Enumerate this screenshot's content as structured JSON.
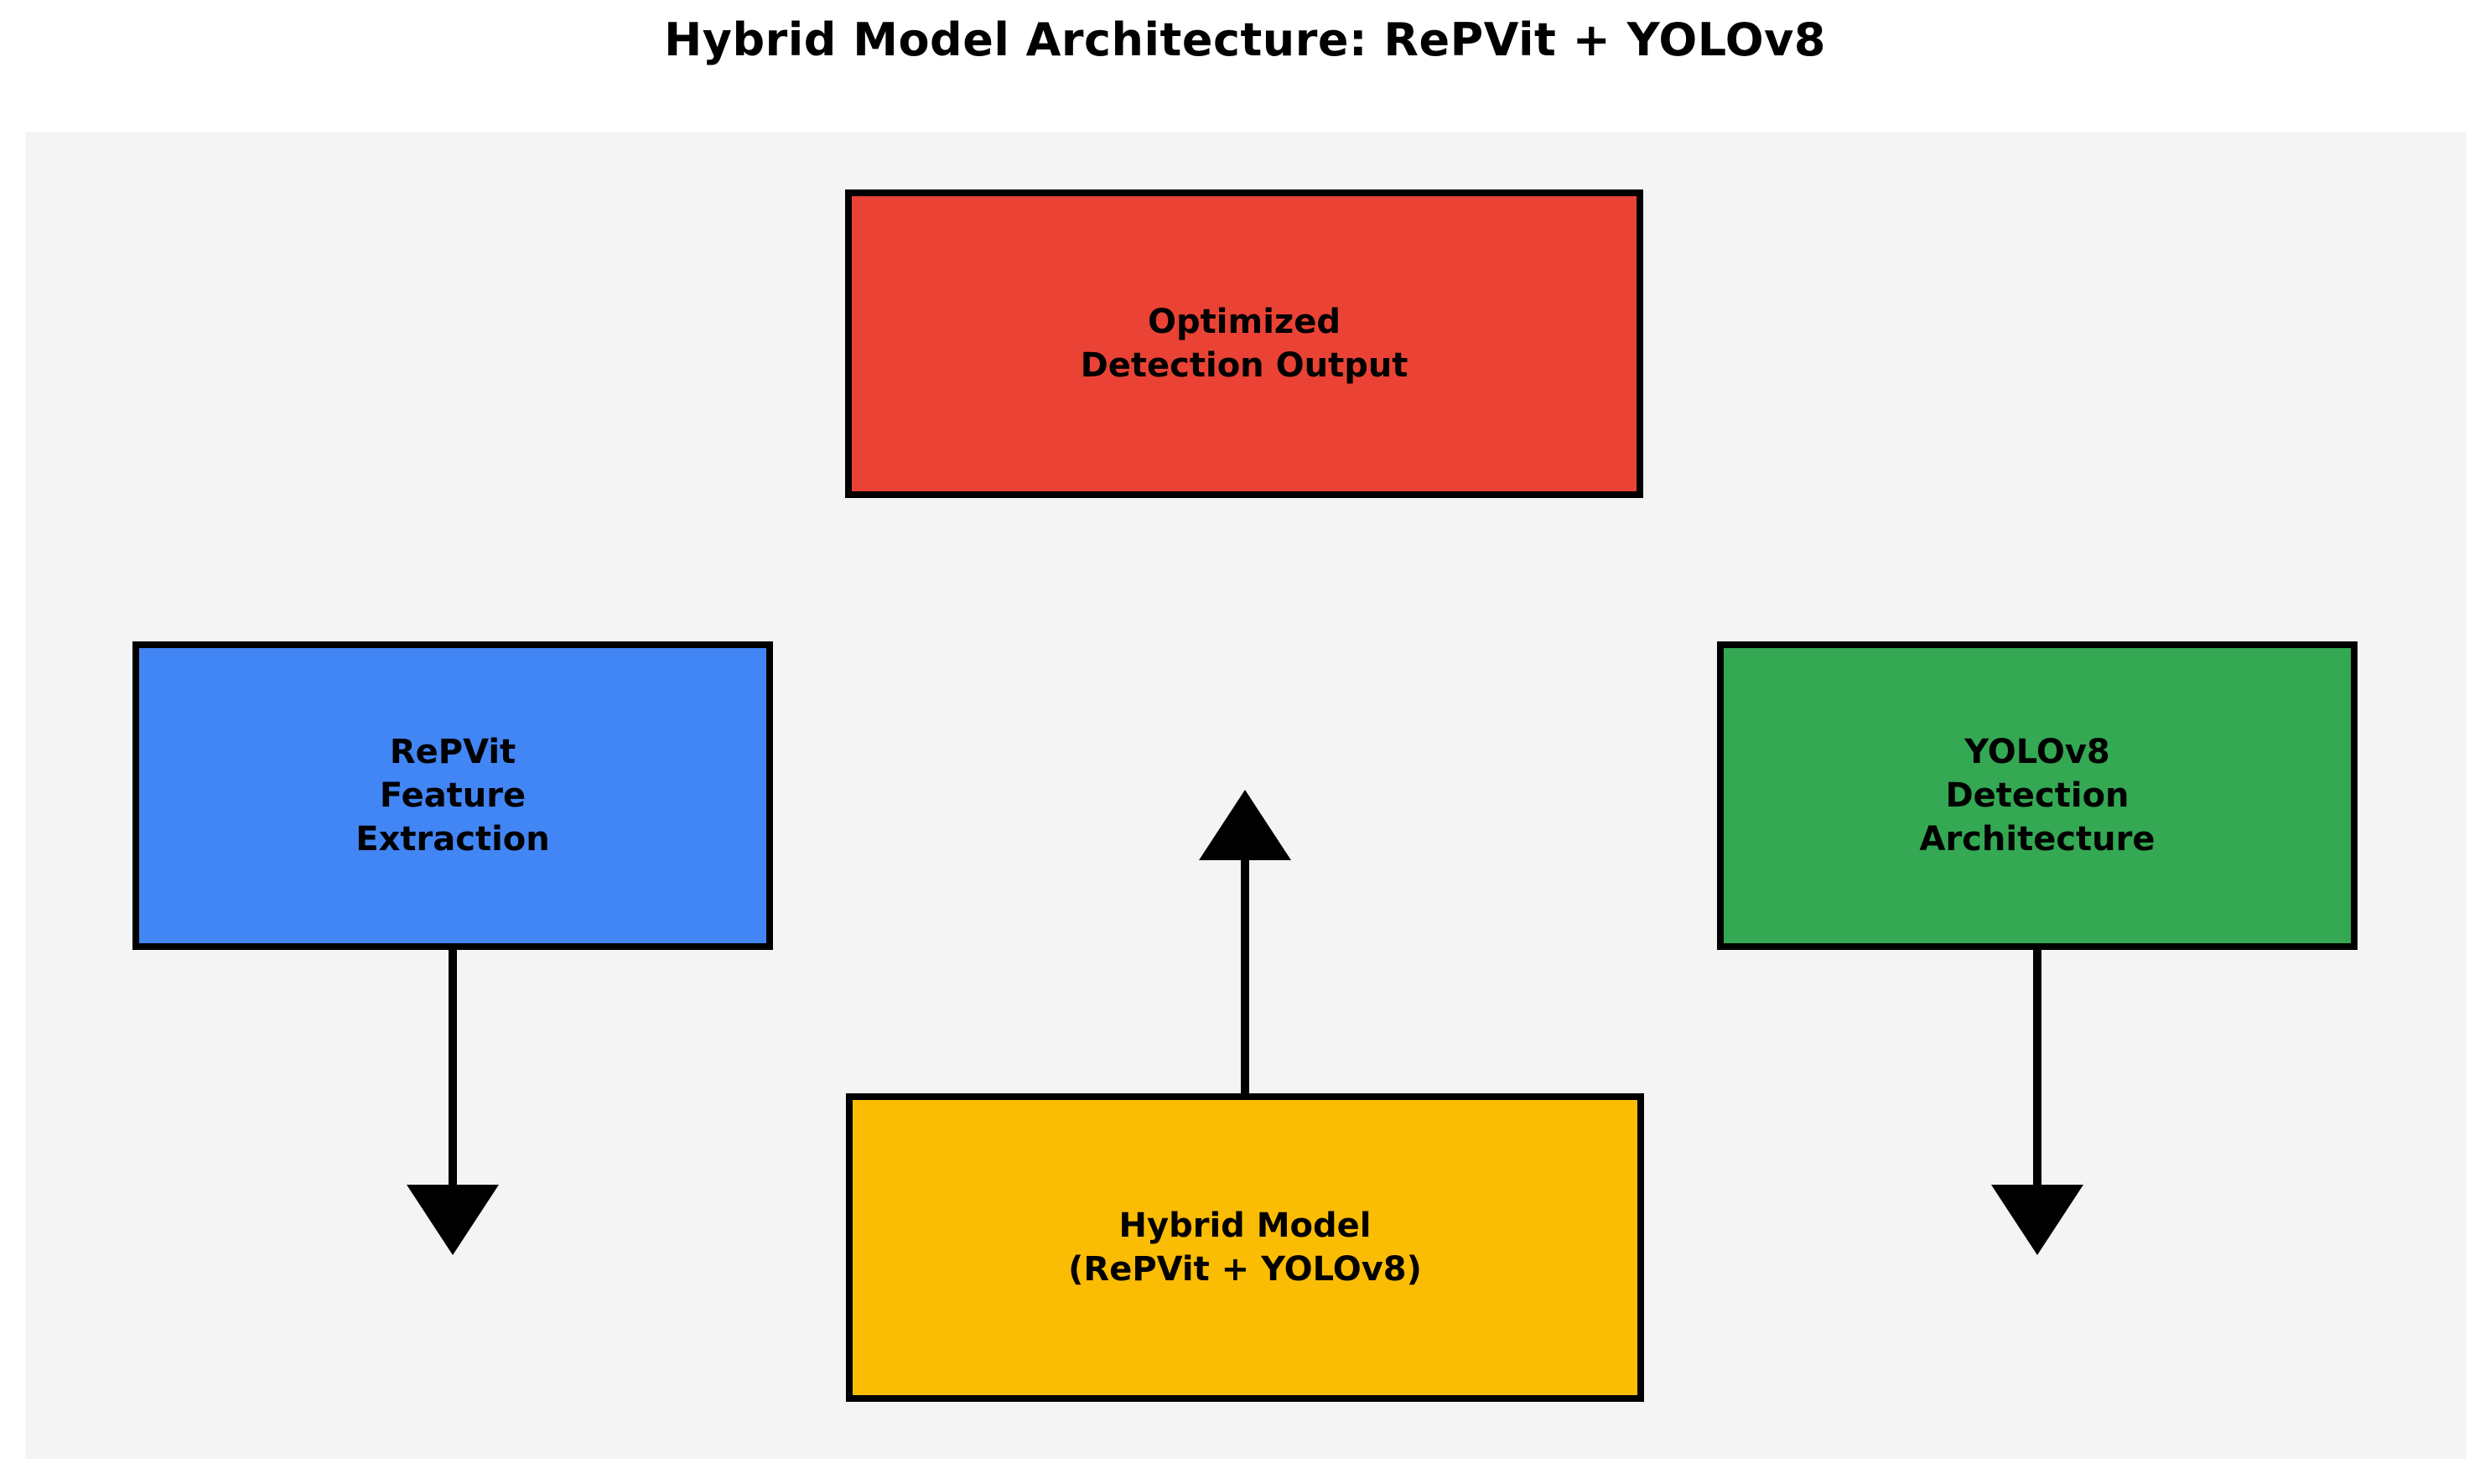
{
  "title": "Hybrid Model Architecture: RePVit + YOLOv8",
  "diagram": {
    "nodes": [
      {
        "id": "output",
        "label": "Optimized\nDetection Output",
        "color": "#ea4335"
      },
      {
        "id": "repvit",
        "label": "RePVit\nFeature\nExtraction",
        "color": "#4285f4"
      },
      {
        "id": "yolov8",
        "label": "YOLOv8\nDetection\nArchitecture",
        "color": "#34a853"
      },
      {
        "id": "hybrid",
        "label": "Hybrid Model\n(RePVit + YOLOv8)",
        "color": "#fbbc04"
      }
    ],
    "edges": [
      {
        "from": "repvit",
        "direction": "down"
      },
      {
        "from": "yolov8",
        "direction": "down"
      },
      {
        "from": "hybrid",
        "to": "output",
        "direction": "up"
      }
    ]
  },
  "colors": {
    "panel_background": "#f4f4f4",
    "page_background": "#ffffff",
    "box_border": "#000000",
    "arrow": "#000000",
    "title_text": "#000000",
    "label_text": "#000000"
  }
}
